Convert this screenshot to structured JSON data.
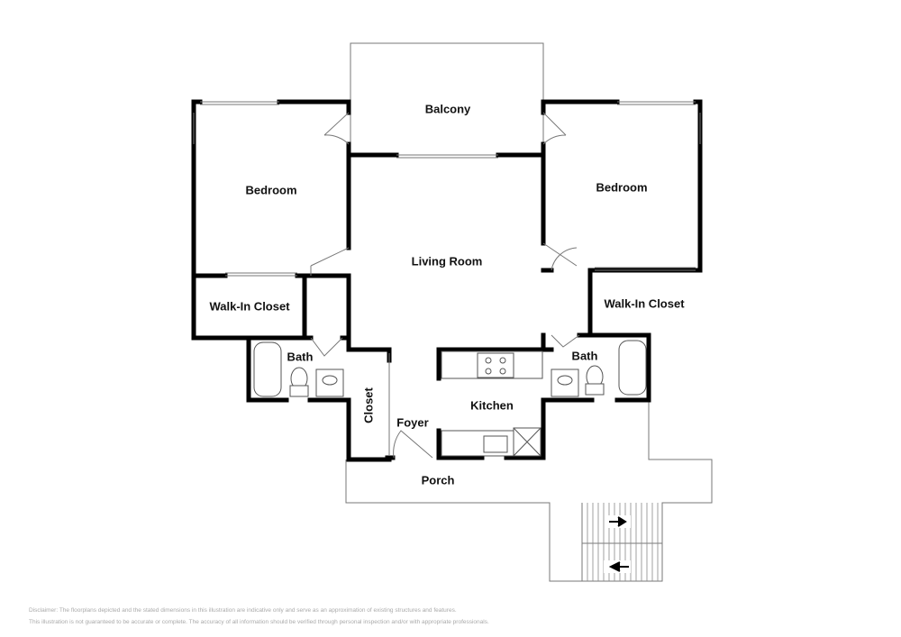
{
  "rooms": {
    "balcony": "Balcony",
    "bedroom_left": "Bedroom",
    "bedroom_right": "Bedroom",
    "living_room": "Living Room",
    "walk_in_closet_left": "Walk-In Closet",
    "walk_in_closet_right": "Walk-In Closet",
    "bath_left": "Bath",
    "bath_right": "Bath",
    "closet": "Closet",
    "foyer": "Foyer",
    "kitchen": "Kitchen",
    "porch": "Porch"
  },
  "disclaimer": {
    "line1": "Disclaimer: The floorplans depicted and the stated dimensions in this illustration are indicative only and serve as an approximation of existing structures and features.",
    "line2": "This illustration is not guaranteed to be accurate or complete. The accuracy of all information should be verified through personal inspection and/or with appropriate professionals."
  }
}
